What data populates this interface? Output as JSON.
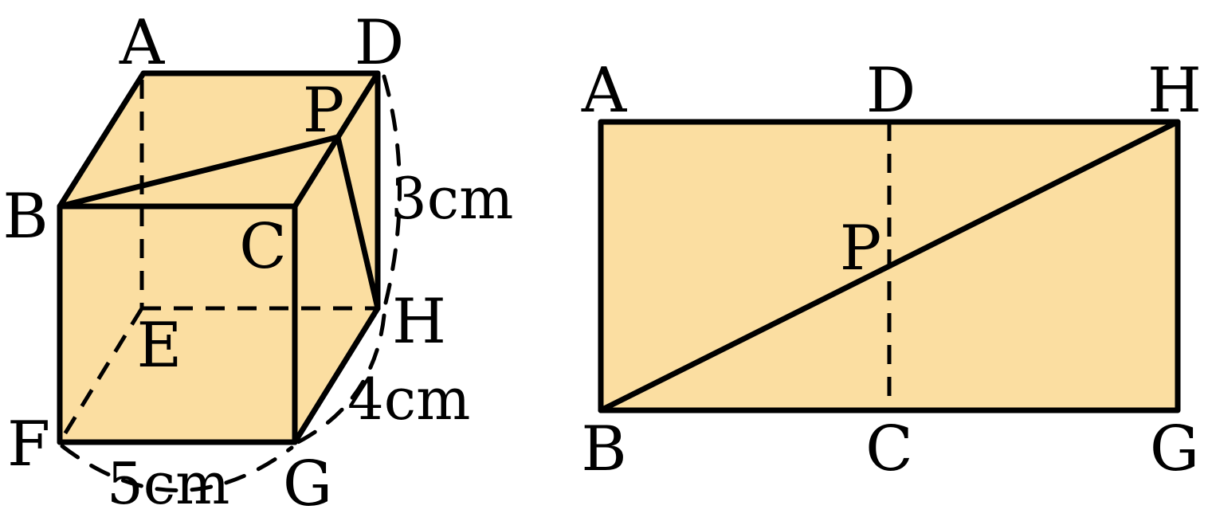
{
  "figure_left": {
    "vertices": {
      "A": "A",
      "B": "B",
      "C": "C",
      "D": "D",
      "E": "E",
      "F": "F",
      "G": "G",
      "H": "H",
      "P": "P"
    },
    "dimensions": {
      "height": "3cm",
      "depth": "4cm",
      "width": "5cm"
    }
  },
  "figure_right": {
    "vertices": {
      "A": "A",
      "D": "D",
      "H": "H",
      "B": "B",
      "C": "C",
      "G": "G",
      "P": "P"
    }
  },
  "colors": {
    "face_fill": "#fbdea1",
    "line": "#000000"
  }
}
